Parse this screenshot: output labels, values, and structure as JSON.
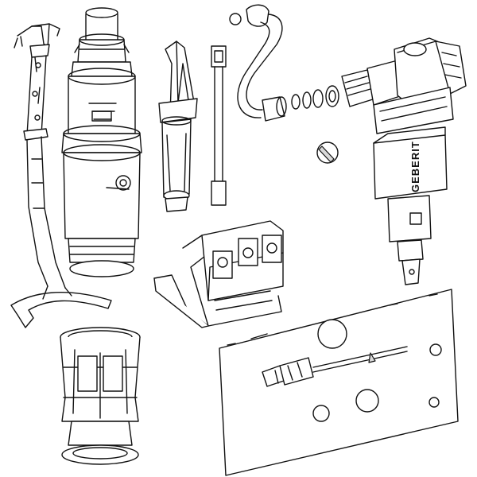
{
  "diagram": {
    "brand_label": "GEBERIT",
    "background": "#ffffff",
    "line_color": "#111111",
    "parts": [
      {
        "id": "bracket-rod",
        "icon": "bracket-icon"
      },
      {
        "id": "flush-valve",
        "icon": "flush-valve-icon"
      },
      {
        "id": "clamp-pin",
        "icon": "clamp-icon"
      },
      {
        "id": "lift-rod",
        "icon": "rod-icon"
      },
      {
        "id": "connection-pipe",
        "icon": "pipe-icon"
      },
      {
        "id": "washers",
        "icon": "washer-icon"
      },
      {
        "id": "fill-valve",
        "icon": "fill-valve-icon"
      },
      {
        "id": "throttle-insert",
        "icon": "insert-icon"
      },
      {
        "id": "valve-cage",
        "icon": "cage-icon"
      },
      {
        "id": "mounting-frame",
        "icon": "frame-icon"
      },
      {
        "id": "service-panel",
        "icon": "panel-icon"
      }
    ]
  }
}
